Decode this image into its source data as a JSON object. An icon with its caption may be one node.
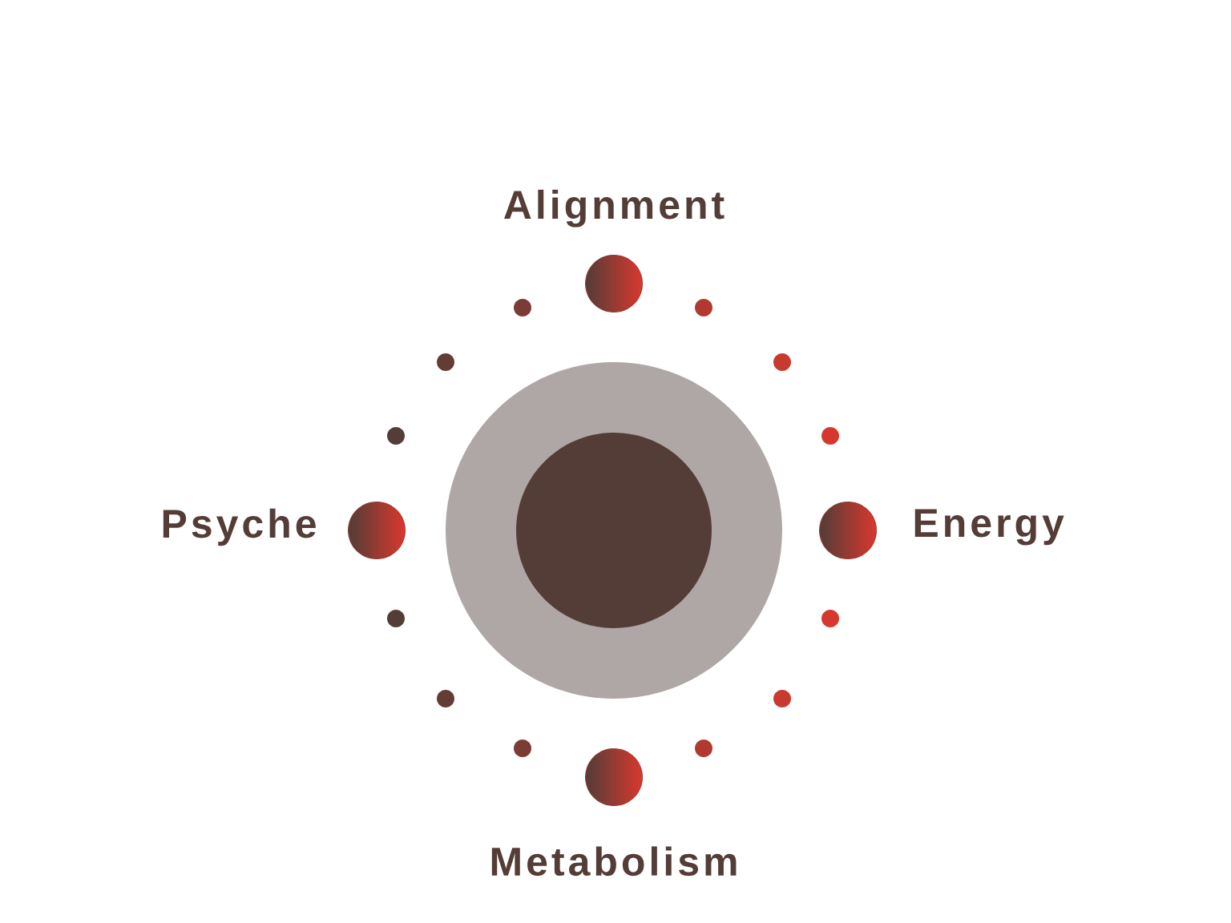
{
  "diagram": {
    "nodes": [
      {
        "text": [],
        "shape": "circle"
      },
      {
        "text": [],
        "shape": "circle",
        "in": 0
      },
      {
        "text": [],
        "shape": "circle",
        "beside": [
          "Alignment"
        ]
      },
      {
        "text": [],
        "shape": "circle",
        "beside": [
          "Psyche"
        ]
      },
      {
        "text": [],
        "shape": "circle",
        "beside": [
          "Energy"
        ]
      },
      {
        "text": [],
        "shape": "circle",
        "beside": [
          "Metabolism"
        ]
      }
    ]
  }
}
